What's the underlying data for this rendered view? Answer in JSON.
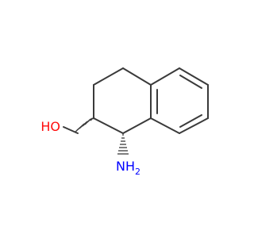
{
  "molecule": {
    "atoms": {
      "oxygen": {
        "label": "HO",
        "color": "#ff0d0d"
      },
      "nitrogen": {
        "label": "NH",
        "subscript": "2",
        "color": "#0000ff"
      }
    },
    "bond_color": "#3a3a3a"
  }
}
